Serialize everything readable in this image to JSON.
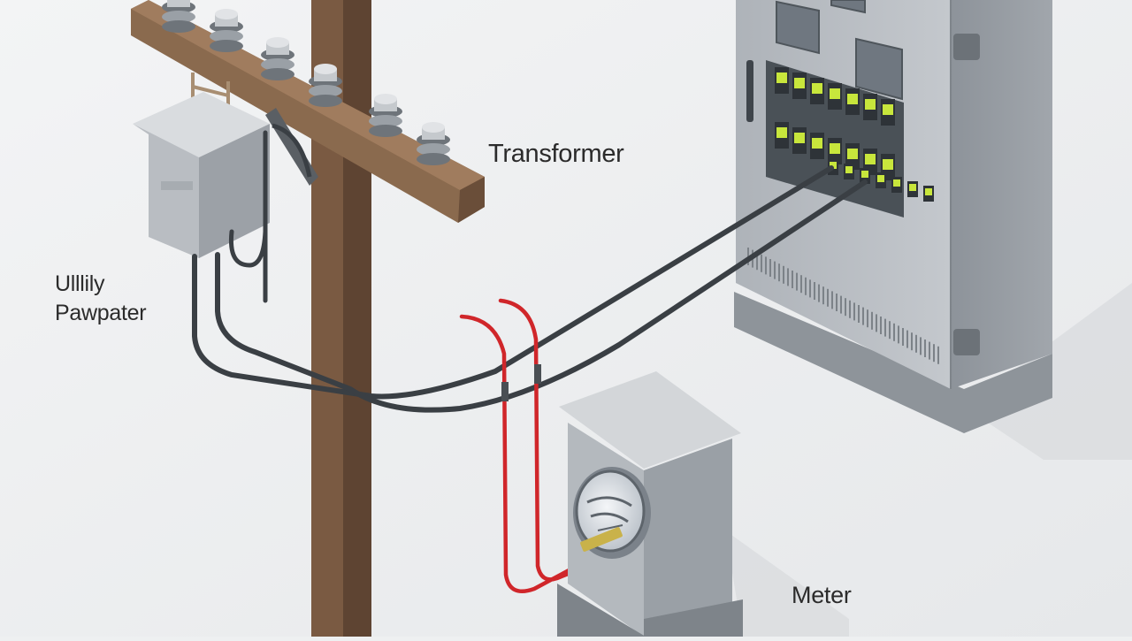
{
  "labels": {
    "transformer": "Transformer",
    "utility_line1": "Ulllily",
    "utility_line2": "Pawpater",
    "meter": "Meter"
  },
  "colors": {
    "background": "#eef0f1",
    "pole": "#7a5a42",
    "crossarm": "#8a6a4e",
    "metal": "#c9ccd0",
    "panel_front": "#b8bcc2",
    "cable_dark": "#3a3f44",
    "cable_red": "#d0262a",
    "breaker_green": "#c8e63c"
  },
  "icons": {
    "insulator": "insulator-icon",
    "breaker": "breaker-icon",
    "meter_dial": "meter-dial-icon"
  }
}
